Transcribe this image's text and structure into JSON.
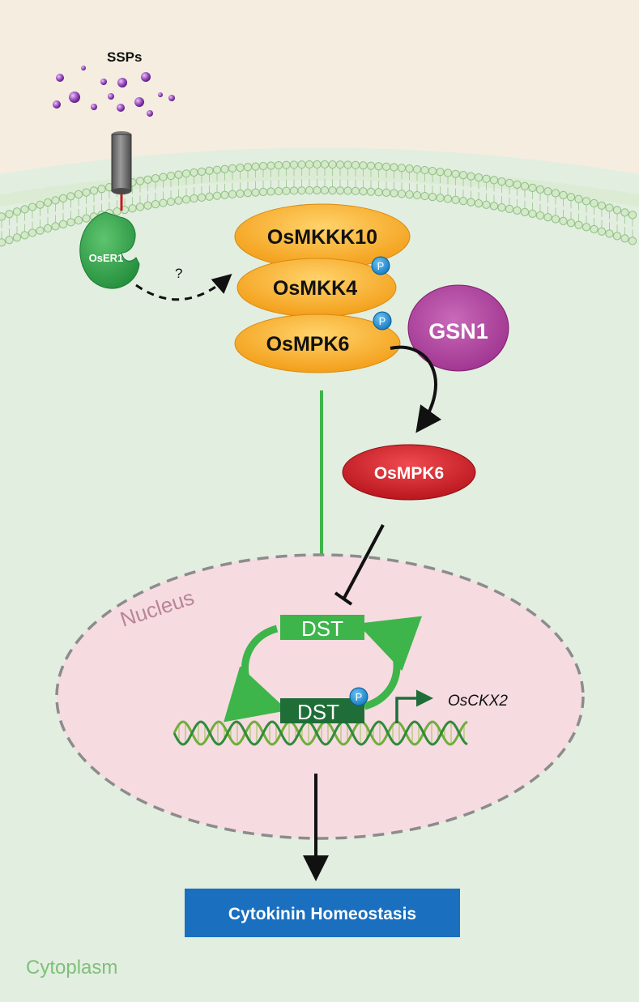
{
  "labels": {
    "ssps": "SSPs",
    "oser1": "OsER1",
    "question": "?",
    "osmkkk10": "OsMKKK10",
    "osmkk4": "OsMKK4",
    "osmpk6_complex": "OsMPK6",
    "gsn1": "GSN1",
    "osmpk6_free": "OsMPK6",
    "nucleus": "Nucleus",
    "dst_top": "DST",
    "dst_bottom": "DST",
    "phospho": "P",
    "osckx2": "OsCKX2",
    "cytokinin": "Cytokinin Homeostasis",
    "cytoplasm": "Cytoplasm"
  },
  "colors": {
    "extracellular": "#f4ede0",
    "cytoplasm": "#e2eee0",
    "membrane_head": "#cfe6c4",
    "membrane_head_stroke": "#8fbf84",
    "nucleus_fill": "#f6dbe1",
    "nucleus_stroke": "#8c8c8c",
    "ssp_purple": "#8a3fae",
    "oser1_green": "#33a852",
    "kinase_orange": "#f4a81e",
    "phospho_blue": "#1b8fd8",
    "gsn1_magenta": "#a43b97",
    "osmpk6_red": "#d42026",
    "dst_light": "#3db54a",
    "dst_dark": "#1f6e37",
    "pathway_green": "#3db54a",
    "cytokinin_blue": "#1a6fbf",
    "cytoplasm_text": "#7fbf7a",
    "nucleus_text": "#b98597"
  }
}
